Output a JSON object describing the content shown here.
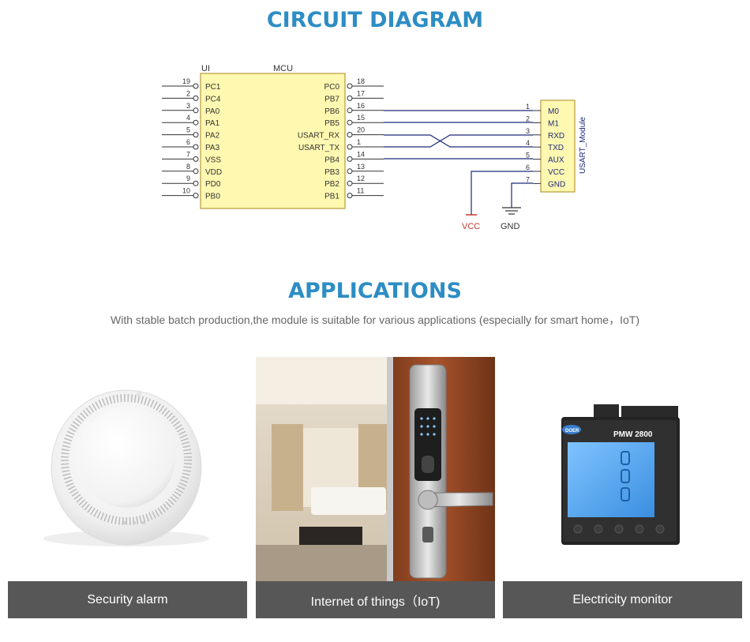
{
  "circuit": {
    "title": "CIRCUIT DIAGRAM",
    "mcu_designator": "UI",
    "mcu_name": "MCU",
    "module_name": "USART_Module",
    "left_pins": [
      {
        "num": "19",
        "name": "PC1"
      },
      {
        "num": "2",
        "name": "PC4"
      },
      {
        "num": "3",
        "name": "PA0"
      },
      {
        "num": "4",
        "name": "PA1"
      },
      {
        "num": "5",
        "name": "PA2"
      },
      {
        "num": "6",
        "name": "PA3"
      },
      {
        "num": "7",
        "name": "VSS"
      },
      {
        "num": "8",
        "name": "VDD"
      },
      {
        "num": "9",
        "name": "PD0"
      },
      {
        "num": "10",
        "name": "PB0"
      }
    ],
    "right_pins": [
      {
        "num": "18",
        "name": "PC0"
      },
      {
        "num": "17",
        "name": "PB7"
      },
      {
        "num": "16",
        "name": "PB6"
      },
      {
        "num": "15",
        "name": "PB5"
      },
      {
        "num": "20",
        "name": "USART_RX"
      },
      {
        "num": "1",
        "name": "USART_TX"
      },
      {
        "num": "14",
        "name": "PB4"
      },
      {
        "num": "13",
        "name": "PB3"
      },
      {
        "num": "12",
        "name": "PB2"
      },
      {
        "num": "11",
        "name": "PB1"
      }
    ],
    "module_pins": [
      {
        "num": "1",
        "name": "M0"
      },
      {
        "num": "2",
        "name": "M1"
      },
      {
        "num": "3",
        "name": "RXD"
      },
      {
        "num": "4",
        "name": "TXD"
      },
      {
        "num": "5",
        "name": "AUX"
      },
      {
        "num": "6",
        "name": "VCC"
      },
      {
        "num": "7",
        "name": "GND"
      }
    ],
    "vcc_label": "VCC",
    "gnd_label": "GND",
    "colors": {
      "chip_fill": "#fff8b0",
      "chip_stroke": "#b89a3a",
      "wire": "#1c2a7a",
      "vcc_text": "#c0392b",
      "title": "#2d8dc4"
    }
  },
  "applications": {
    "title": "APPLICATIONS",
    "subtitle": "With stable batch production,the module is suitable for various applications (especially for smart home，IoT)",
    "cards": [
      {
        "caption": "Security alarm"
      },
      {
        "caption": "Internet of things（IoT)"
      },
      {
        "caption": "Electricity monitor",
        "brand": "DOER",
        "model": "PMW 2800"
      }
    ]
  }
}
